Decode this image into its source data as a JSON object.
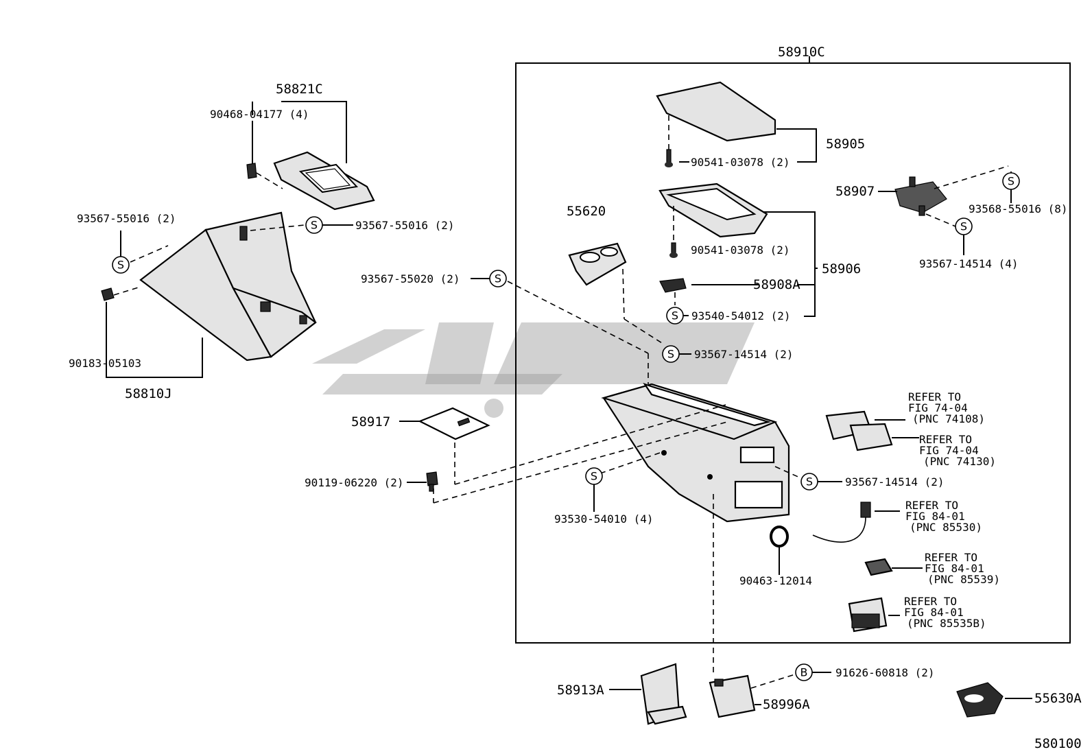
{
  "diagram": {
    "labels": {
      "p58910C": "58910C",
      "p58821C": "58821C",
      "p90468": "90468-04177 (4)",
      "p58905": "58905",
      "p90541a": "90541-03078 (2)",
      "p93567_55016a": "93567-55016 (2)",
      "p93567_55016b": "93567-55016 (2)",
      "p55620": "55620",
      "p58907": "58907",
      "p93568": "93568-55016 (8)",
      "p90541b": "90541-03078 (2)",
      "p58906": "58906",
      "p93567_14514a": "93567-14514 (4)",
      "p93567_55020": "93567-55020 (2)",
      "p58908A": "58908A",
      "p93540": "93540-54012 (2)",
      "p90183": "90183-05103",
      "p93567_14514b": "93567-14514 (2)",
      "p58810J": "58810J",
      "p58917": "58917",
      "p90119": "90119-06220 (2)",
      "p93567_14514c": "93567-14514 (2)",
      "p93530": "93530-54010 (4)",
      "p90463": "90463-12014",
      "p91626": "91626-60818 (2)",
      "p58913A": "58913A",
      "p58996A": "58996A",
      "p55630A": "55630A",
      "p580100": "580100"
    },
    "refs": {
      "r1": [
        "REFER TO",
        "FIG 74-04",
        "(PNC 74108)"
      ],
      "r2": [
        "REFER TO",
        "FIG 74-04",
        "(PNC 74130)"
      ],
      "r3": [
        "REFER TO",
        "FIG 84-01",
        "(PNC 85530)"
      ],
      "r4": [
        "REFER TO",
        "FIG 84-01",
        "(PNC 85539)"
      ],
      "r5": [
        "REFER TO",
        "FIG 84-01",
        "(PNC 85535B)"
      ]
    },
    "symbols": {
      "screw": "S",
      "bolt": "B"
    }
  }
}
